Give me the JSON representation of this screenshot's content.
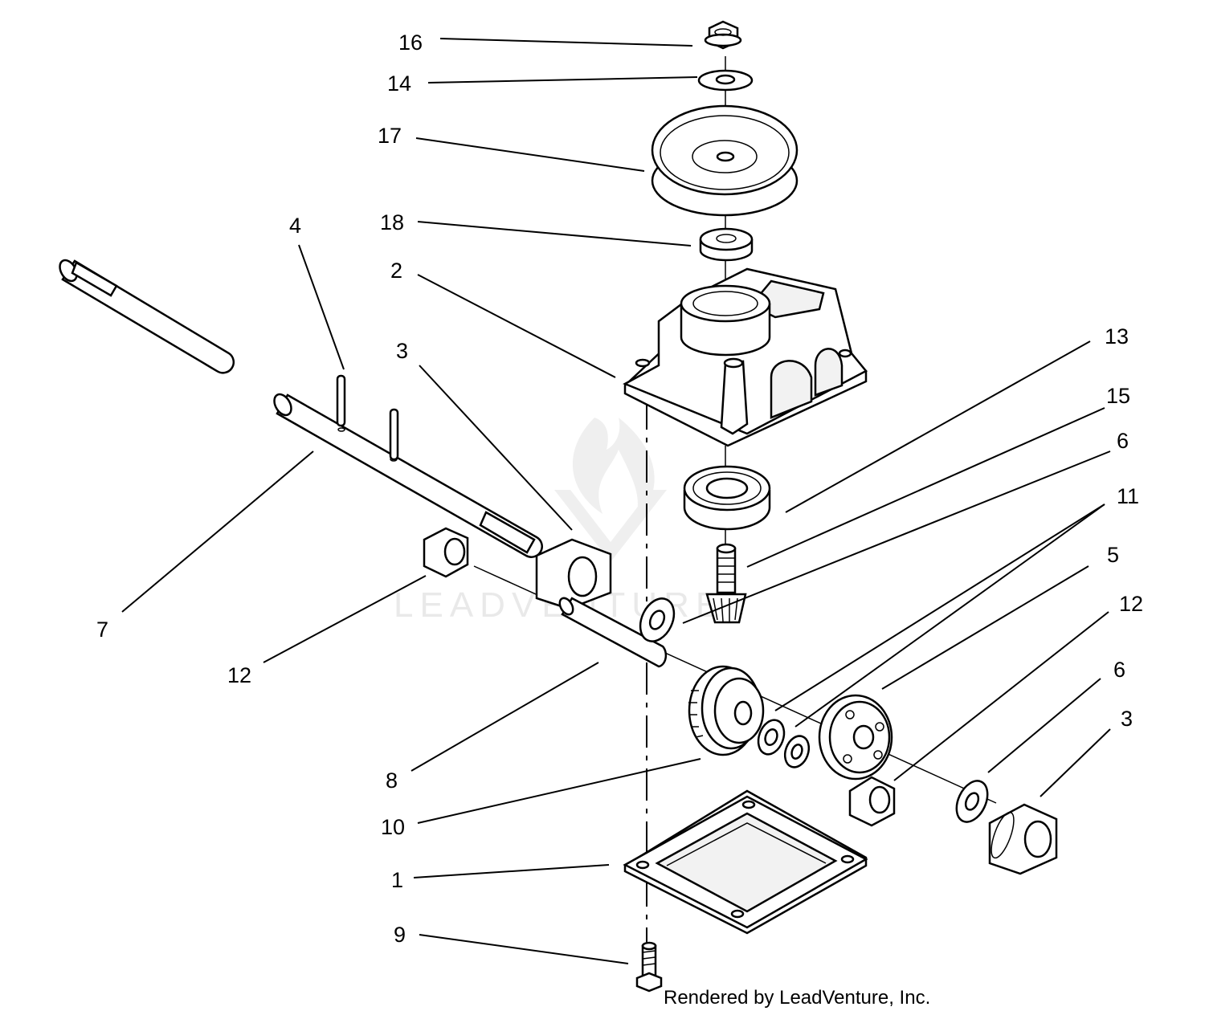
{
  "callouts": [
    {
      "id": "16"
    },
    {
      "id": "14"
    },
    {
      "id": "17"
    },
    {
      "id": "18"
    },
    {
      "id": "2"
    },
    {
      "id": "4"
    },
    {
      "id": "3"
    },
    {
      "id": "13"
    },
    {
      "id": "15"
    },
    {
      "id": "6"
    },
    {
      "id": "11"
    },
    {
      "id": "5"
    },
    {
      "id": "12"
    },
    {
      "id": "6"
    },
    {
      "id": "3"
    },
    {
      "id": "7"
    },
    {
      "id": "12"
    },
    {
      "id": "8"
    },
    {
      "id": "10"
    },
    {
      "id": "1"
    },
    {
      "id": "9"
    }
  ],
  "watermark": {
    "text": "LEADVENTURE"
  },
  "credit": {
    "text": "Rendered by LeadVenture, Inc."
  }
}
